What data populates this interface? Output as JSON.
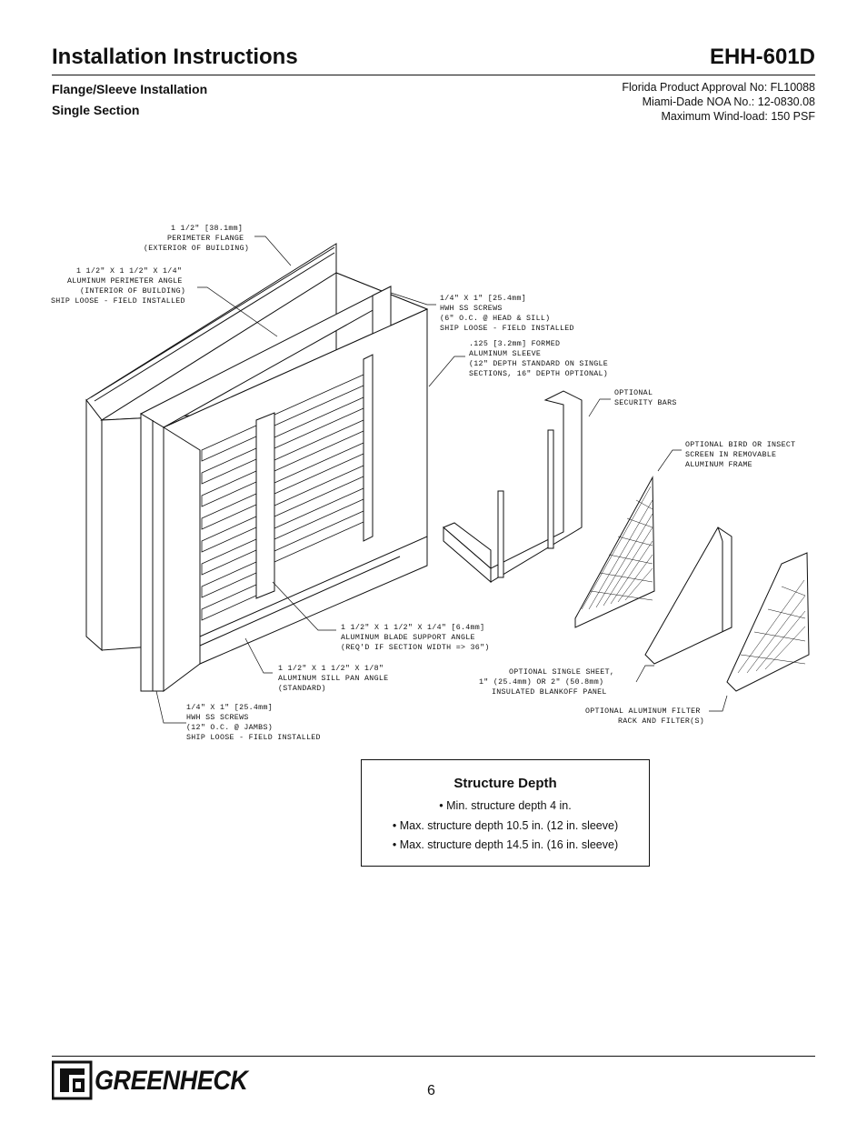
{
  "header": {
    "title": "Installation Instructions",
    "model": "EHH-601D",
    "subtitle_1": "Flange/Sleeve Installation",
    "subtitle_2": "Single Section",
    "approval_1": "Florida Product Approval No: FL10088",
    "approval_2": "Miami-Dade NOA No.: 12-0830.08",
    "approval_3": "Maximum Wind-load: 150 PSF"
  },
  "callouts": {
    "perimeter_flange": [
      "1 1/2\" [38.1mm]",
      "PERIMETER FLANGE",
      "(EXTERIOR OF BUILDING)"
    ],
    "perimeter_angle": [
      "1 1/2\" X 1 1/2\" X 1/4\"",
      "ALUMINUM PERIMETER ANGLE",
      "(INTERIOR OF BUILDING)",
      "SHIP LOOSE - FIELD INSTALLED"
    ],
    "head_screws": [
      "1/4\" X 1\" [25.4mm]",
      "HWH SS SCREWS",
      "(6\" O.C. @ HEAD & SILL)",
      "SHIP LOOSE - FIELD INSTALLED"
    ],
    "sleeve": [
      ".125 [3.2mm] FORMED",
      "ALUMINUM SLEEVE",
      "(12\" DEPTH STANDARD ON SINGLE",
      "SECTIONS, 16\" DEPTH OPTIONAL)"
    ],
    "security_bars": [
      "OPTIONAL",
      "SECURITY BARS"
    ],
    "bird_screen": [
      "OPTIONAL BIRD OR INSECT",
      "SCREEN IN REMOVABLE",
      "ALUMINUM FRAME"
    ],
    "blade_support": [
      "1 1/2\" X 1 1/2\" X 1/4\" [6.4mm]",
      "ALUMINUM BLADE SUPPORT ANGLE",
      "(REQ'D IF SECTION WIDTH => 36\")"
    ],
    "sill_pan": [
      "1 1/2\" X 1 1/2\" X 1/8\"",
      "ALUMINUM SILL PAN ANGLE",
      "(STANDARD)"
    ],
    "blankoff": [
      "OPTIONAL SINGLE SHEET,",
      "1\" (25.4mm) OR 2\" (50.8mm)",
      "INSULATED BLANKOFF PANEL"
    ],
    "jamb_screws": [
      "1/4\" X 1\" [25.4mm]",
      "HWH SS SCREWS",
      "(12\" O.C. @ JAMBS)",
      "SHIP LOOSE - FIELD INSTALLED"
    ],
    "filter": [
      "OPTIONAL ALUMINUM FILTER",
      "RACK AND FILTER(S)"
    ]
  },
  "structure_depth": {
    "title": "Structure Depth",
    "items": [
      "• Min. structure depth 4 in.",
      "• Max. structure depth 10.5 in. (12 in. sleeve)",
      "• Max. structure depth 14.5 in. (16 in. sleeve)"
    ]
  },
  "footer": {
    "brand": "GREENHECK",
    "page_number": "6"
  }
}
